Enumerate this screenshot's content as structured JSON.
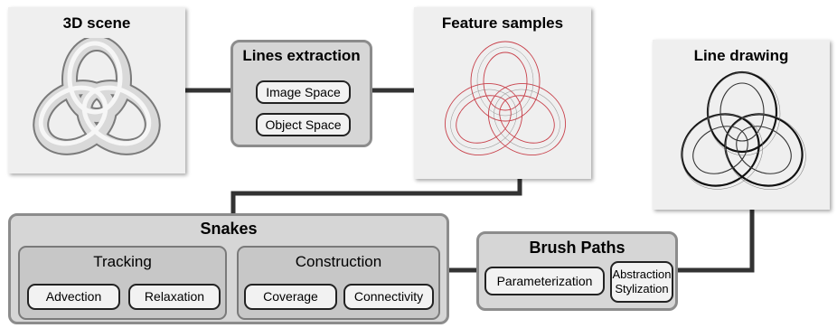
{
  "panels": {
    "scene": {
      "title": "3D scene"
    },
    "features": {
      "title": "Feature samples"
    },
    "drawing": {
      "title": "Line drawing"
    }
  },
  "lines_extraction": {
    "title": "Lines extraction",
    "items": [
      "Image Space",
      "Object Space"
    ]
  },
  "snakes": {
    "title": "Snakes",
    "tracking": {
      "title": "Tracking",
      "items": [
        "Advection",
        "Relaxation"
      ]
    },
    "construction": {
      "title": "Construction",
      "items": [
        "Coverage",
        "Connectivity"
      ]
    }
  },
  "brush_paths": {
    "title": "Brush Paths",
    "items": [
      "Parameterization",
      "Abstraction\nStylization"
    ]
  },
  "colors": {
    "connector": "#333333",
    "feature_lines": "#c8404a",
    "box_fill": "#d6d6d6",
    "box_border": "#8c8c8c"
  }
}
